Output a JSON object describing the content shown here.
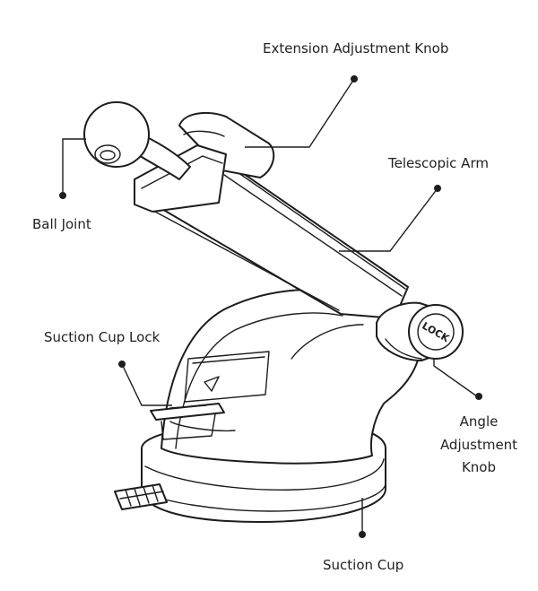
{
  "diagram": {
    "labels": {
      "extension_knob": "Extension Adjustment Knob",
      "telescopic_arm": "Telescopic Arm",
      "ball_joint": "Ball Joint",
      "suction_cup_lock": "Suction Cup Lock",
      "angle_line1": "Angle",
      "angle_line2": "Adjustment",
      "angle_line3": "Knob",
      "suction_cup": "Suction Cup",
      "lock_text": "LOCK"
    },
    "colors": {
      "stroke": "#1d1d1d",
      "text": "#222222",
      "background": "#ffffff"
    }
  }
}
